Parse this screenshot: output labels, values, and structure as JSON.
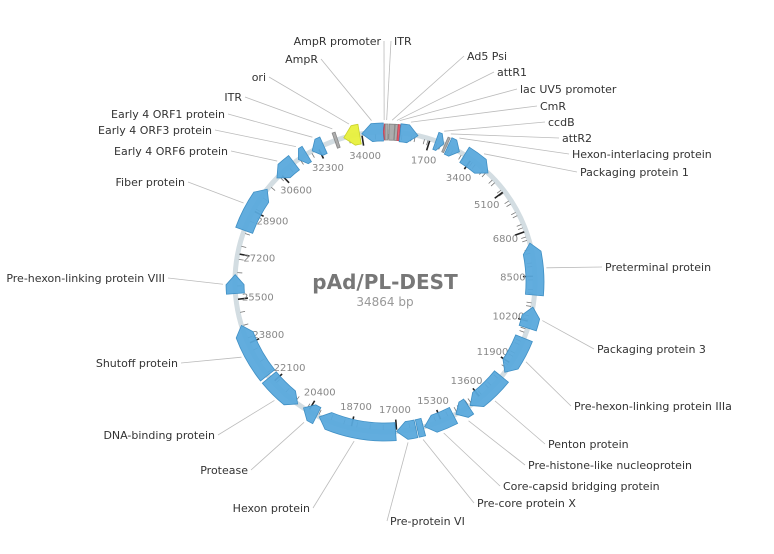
{
  "plasmid": {
    "name": "pAd/PL-DEST",
    "length_label": "34864 bp",
    "length": 34864
  },
  "colors": {
    "backbone": "#d3dde2",
    "feature": "#5aa9dc",
    "feature_stroke": "#3f8fc4",
    "promoter": "#e8f03c",
    "gray_feature": "#a9a9a9",
    "red_feature": "#e85a6a",
    "leader": "#bbbbbb",
    "tick": "#222222"
  },
  "ticks": [
    {
      "pos": 34000,
      "label": "34000"
    },
    {
      "pos": 1700,
      "label": "1700"
    },
    {
      "pos": 3400,
      "label": "3400"
    },
    {
      "pos": 5100,
      "label": "5100"
    },
    {
      "pos": 6800,
      "label": "6800"
    },
    {
      "pos": 8500,
      "label": "8500"
    },
    {
      "pos": 10200,
      "label": "10200"
    },
    {
      "pos": 11900,
      "label": "11900"
    },
    {
      "pos": 13600,
      "label": "13600"
    },
    {
      "pos": 15300,
      "label": "15300"
    },
    {
      "pos": 17000,
      "label": "17000"
    },
    {
      "pos": 18700,
      "label": "18700"
    },
    {
      "pos": 20400,
      "label": "20400"
    },
    {
      "pos": 22100,
      "label": "22100"
    },
    {
      "pos": 23800,
      "label": "23800"
    },
    {
      "pos": 25500,
      "label": "25500"
    },
    {
      "pos": 27200,
      "label": "27200"
    },
    {
      "pos": 28900,
      "label": "28900"
    },
    {
      "pos": 30600,
      "label": "30600"
    },
    {
      "pos": 32300,
      "label": "32300"
    }
  ],
  "features": [
    {
      "id": "ampr",
      "start": 34005,
      "end": 34805,
      "dir": -1,
      "type": "gene",
      "name": "AmpR"
    },
    {
      "id": "ampr-promoter",
      "start": 34805,
      "end": 34864,
      "dir": -1,
      "type": "red",
      "name": "AmpR promoter"
    },
    {
      "id": "ori",
      "start": 33320,
      "end": 33920,
      "dir": -1,
      "type": "promoter",
      "name": "ori"
    },
    {
      "id": "itr-right",
      "start": 32970,
      "end": 33080,
      "dir": 0,
      "type": "gray",
      "name": "ITR"
    },
    {
      "id": "itr-left",
      "start": 5,
      "end": 110,
      "dir": 0,
      "type": "gray",
      "name": "ITR"
    },
    {
      "id": "ad5-psi",
      "start": 150,
      "end": 340,
      "dir": 0,
      "type": "gray",
      "name": "Ad5 Psi"
    },
    {
      "id": "attr1",
      "start": 360,
      "end": 460,
      "dir": 0,
      "type": "gray",
      "name": "attR1"
    },
    {
      "id": "lac-uv5",
      "start": 470,
      "end": 540,
      "dir": 0,
      "type": "red",
      "name": "lac UV5 promoter"
    },
    {
      "id": "cmr",
      "start": 560,
      "end": 1230,
      "dir": 1,
      "type": "gene",
      "name": "CmR"
    },
    {
      "id": "ccdb",
      "start": 1920,
      "end": 2230,
      "dir": 1,
      "type": "gene",
      "name": "ccdB"
    },
    {
      "id": "attr2",
      "start": 2280,
      "end": 2360,
      "dir": 0,
      "type": "gray",
      "name": "attR2"
    },
    {
      "id": "hexon-interlacing",
      "start": 2410,
      "end": 2880,
      "dir": 1,
      "type": "gene",
      "name": "Hexon-interlacing protein"
    },
    {
      "id": "packaging-1",
      "start": 3100,
      "end": 4200,
      "dir": 1,
      "type": "gene",
      "name": "Packaging protein 1"
    },
    {
      "id": "preterminal",
      "start": 7260,
      "end": 9200,
      "dir": -1,
      "type": "gene",
      "name": "Preterminal protein"
    },
    {
      "id": "packaging-3",
      "start": 9650,
      "end": 10450,
      "dir": -1,
      "type": "gene",
      "name": "Packaging protein 3"
    },
    {
      "id": "pre-hexon-iiia",
      "start": 10850,
      "end": 12300,
      "dir": 1,
      "type": "gene",
      "name": "Pre-hexon-linking protein IIIa"
    },
    {
      "id": "penton",
      "start": 12500,
      "end": 14080,
      "dir": 1,
      "type": "gene",
      "name": "Penton protein"
    },
    {
      "id": "pre-histone",
      "start": 14150,
      "end": 14700,
      "dir": 1,
      "type": "gene",
      "name": "Pre-histone-like nucleoprotein"
    },
    {
      "id": "core-capsid",
      "start": 14800,
      "end": 15950,
      "dir": 1,
      "type": "gene",
      "name": "Core-capsid bridging protein"
    },
    {
      "id": "pre-core-x",
      "start": 16000,
      "end": 16230,
      "dir": 0,
      "type": "gene",
      "name": "Pre-core protein X"
    },
    {
      "id": "pre-protein-vi",
      "start": 16280,
      "end": 17000,
      "dir": 1,
      "type": "gene",
      "name": "Pre-protein VI"
    },
    {
      "id": "hexon",
      "start": 17040,
      "end": 19950,
      "dir": 1,
      "type": "gene",
      "name": "Hexon protein"
    },
    {
      "id": "protease",
      "start": 20050,
      "end": 20620,
      "dir": 1,
      "type": "gene",
      "name": "Protease"
    },
    {
      "id": "dna-binding",
      "start": 20880,
      "end": 22320,
      "dir": -1,
      "type": "gene",
      "name": "DNA-binding protein"
    },
    {
      "id": "shutoff",
      "start": 22420,
      "end": 24520,
      "dir": 1,
      "type": "gene",
      "name": "Shutoff protein"
    },
    {
      "id": "pre-hexon-viii",
      "start": 25720,
      "end": 26420,
      "dir": 1,
      "type": "gene",
      "name": "Pre-hexon-linking protein VIII"
    },
    {
      "id": "fiber",
      "start": 28100,
      "end": 29850,
      "dir": 1,
      "type": "gene",
      "name": "Fiber protein"
    },
    {
      "id": "e4-orf6",
      "start": 30400,
      "end": 31250,
      "dir": -1,
      "type": "gene",
      "name": "Early 4 ORF6 protein"
    },
    {
      "id": "e4-orf3",
      "start": 31450,
      "end": 31820,
      "dir": -1,
      "type": "gene",
      "name": "Early 4 ORF3 protein"
    },
    {
      "id": "e4-orf1",
      "start": 32050,
      "end": 32520,
      "dir": -1,
      "type": "gene",
      "name": "Early 4 ORF1 protein"
    }
  ],
  "labels": [
    {
      "id": "ampr-promoter",
      "text": "AmpR promoter",
      "at": 34835,
      "anchor": "end"
    },
    {
      "id": "itr-left",
      "text": "ITR",
      "at": 57,
      "anchor": "start"
    },
    {
      "id": "ampr",
      "text": "AmpR",
      "at": 34400,
      "anchor": "end"
    },
    {
      "id": "ad5-psi",
      "text": "Ad5 Psi",
      "at": 245,
      "anchor": "start"
    },
    {
      "id": "ori",
      "text": "ori",
      "at": 33620,
      "anchor": "end"
    },
    {
      "id": "attr1",
      "text": "attR1",
      "at": 410,
      "anchor": "start"
    },
    {
      "id": "lac-uv5",
      "text": "lac UV5 promoter",
      "at": 505,
      "anchor": "start"
    },
    {
      "id": "itr-right",
      "text": "ITR",
      "at": 33025,
      "anchor": "end"
    },
    {
      "id": "cmr",
      "text": "CmR",
      "at": 895,
      "anchor": "start"
    },
    {
      "id": "e4-orf1",
      "text": "Early 4 ORF1 protein",
      "at": 32285,
      "anchor": "end"
    },
    {
      "id": "ccdb",
      "text": "ccdB",
      "at": 2075,
      "anchor": "start"
    },
    {
      "id": "e4-orf3",
      "text": "Early 4 ORF3 protein",
      "at": 31635,
      "anchor": "end"
    },
    {
      "id": "attr2",
      "text": "attR2",
      "at": 2320,
      "anchor": "start"
    },
    {
      "id": "hexon-interlacing",
      "text": "Hexon-interlacing protein",
      "at": 2645,
      "anchor": "start"
    },
    {
      "id": "e4-orf6",
      "text": "Early 4 ORF6 protein",
      "at": 30825,
      "anchor": "end"
    },
    {
      "id": "packaging-1",
      "text": "Packaging protein 1",
      "at": 3650,
      "anchor": "start"
    },
    {
      "id": "fiber",
      "text": "Fiber protein",
      "at": 28975,
      "anchor": "end"
    },
    {
      "id": "preterminal",
      "text": "Preterminal protein",
      "at": 8230,
      "anchor": "start"
    },
    {
      "id": "pre-hexon-viii",
      "text": "Pre-hexon-linking protein VIII",
      "at": 26070,
      "anchor": "end"
    },
    {
      "id": "packaging-3",
      "text": "Packaging protein 3",
      "at": 10050,
      "anchor": "start"
    },
    {
      "id": "shutoff",
      "text": "Shutoff protein",
      "at": 23470,
      "anchor": "end"
    },
    {
      "id": "pre-hexon-iiia",
      "text": "Pre-hexon-linking protein IIIa",
      "at": 11575,
      "anchor": "start"
    },
    {
      "id": "dna-binding",
      "text": "DNA-binding protein",
      "at": 21600,
      "anchor": "end"
    },
    {
      "id": "penton",
      "text": "Penton protein",
      "at": 13290,
      "anchor": "start"
    },
    {
      "id": "protease",
      "text": "Protease",
      "at": 20335,
      "anchor": "end"
    },
    {
      "id": "pre-histone",
      "text": "Pre-histone-like nucleoprotein",
      "at": 14425,
      "anchor": "start"
    },
    {
      "id": "core-capsid",
      "text": "Core-capsid bridging protein",
      "at": 15375,
      "anchor": "start"
    },
    {
      "id": "hexon",
      "text": "Hexon protein",
      "at": 18495,
      "anchor": "end"
    },
    {
      "id": "pre-core-x",
      "text": "Pre-core protein X",
      "at": 16115,
      "anchor": "start"
    },
    {
      "id": "pre-protein-vi",
      "text": "Pre-protein VI",
      "at": 16640,
      "anchor": "start"
    }
  ]
}
